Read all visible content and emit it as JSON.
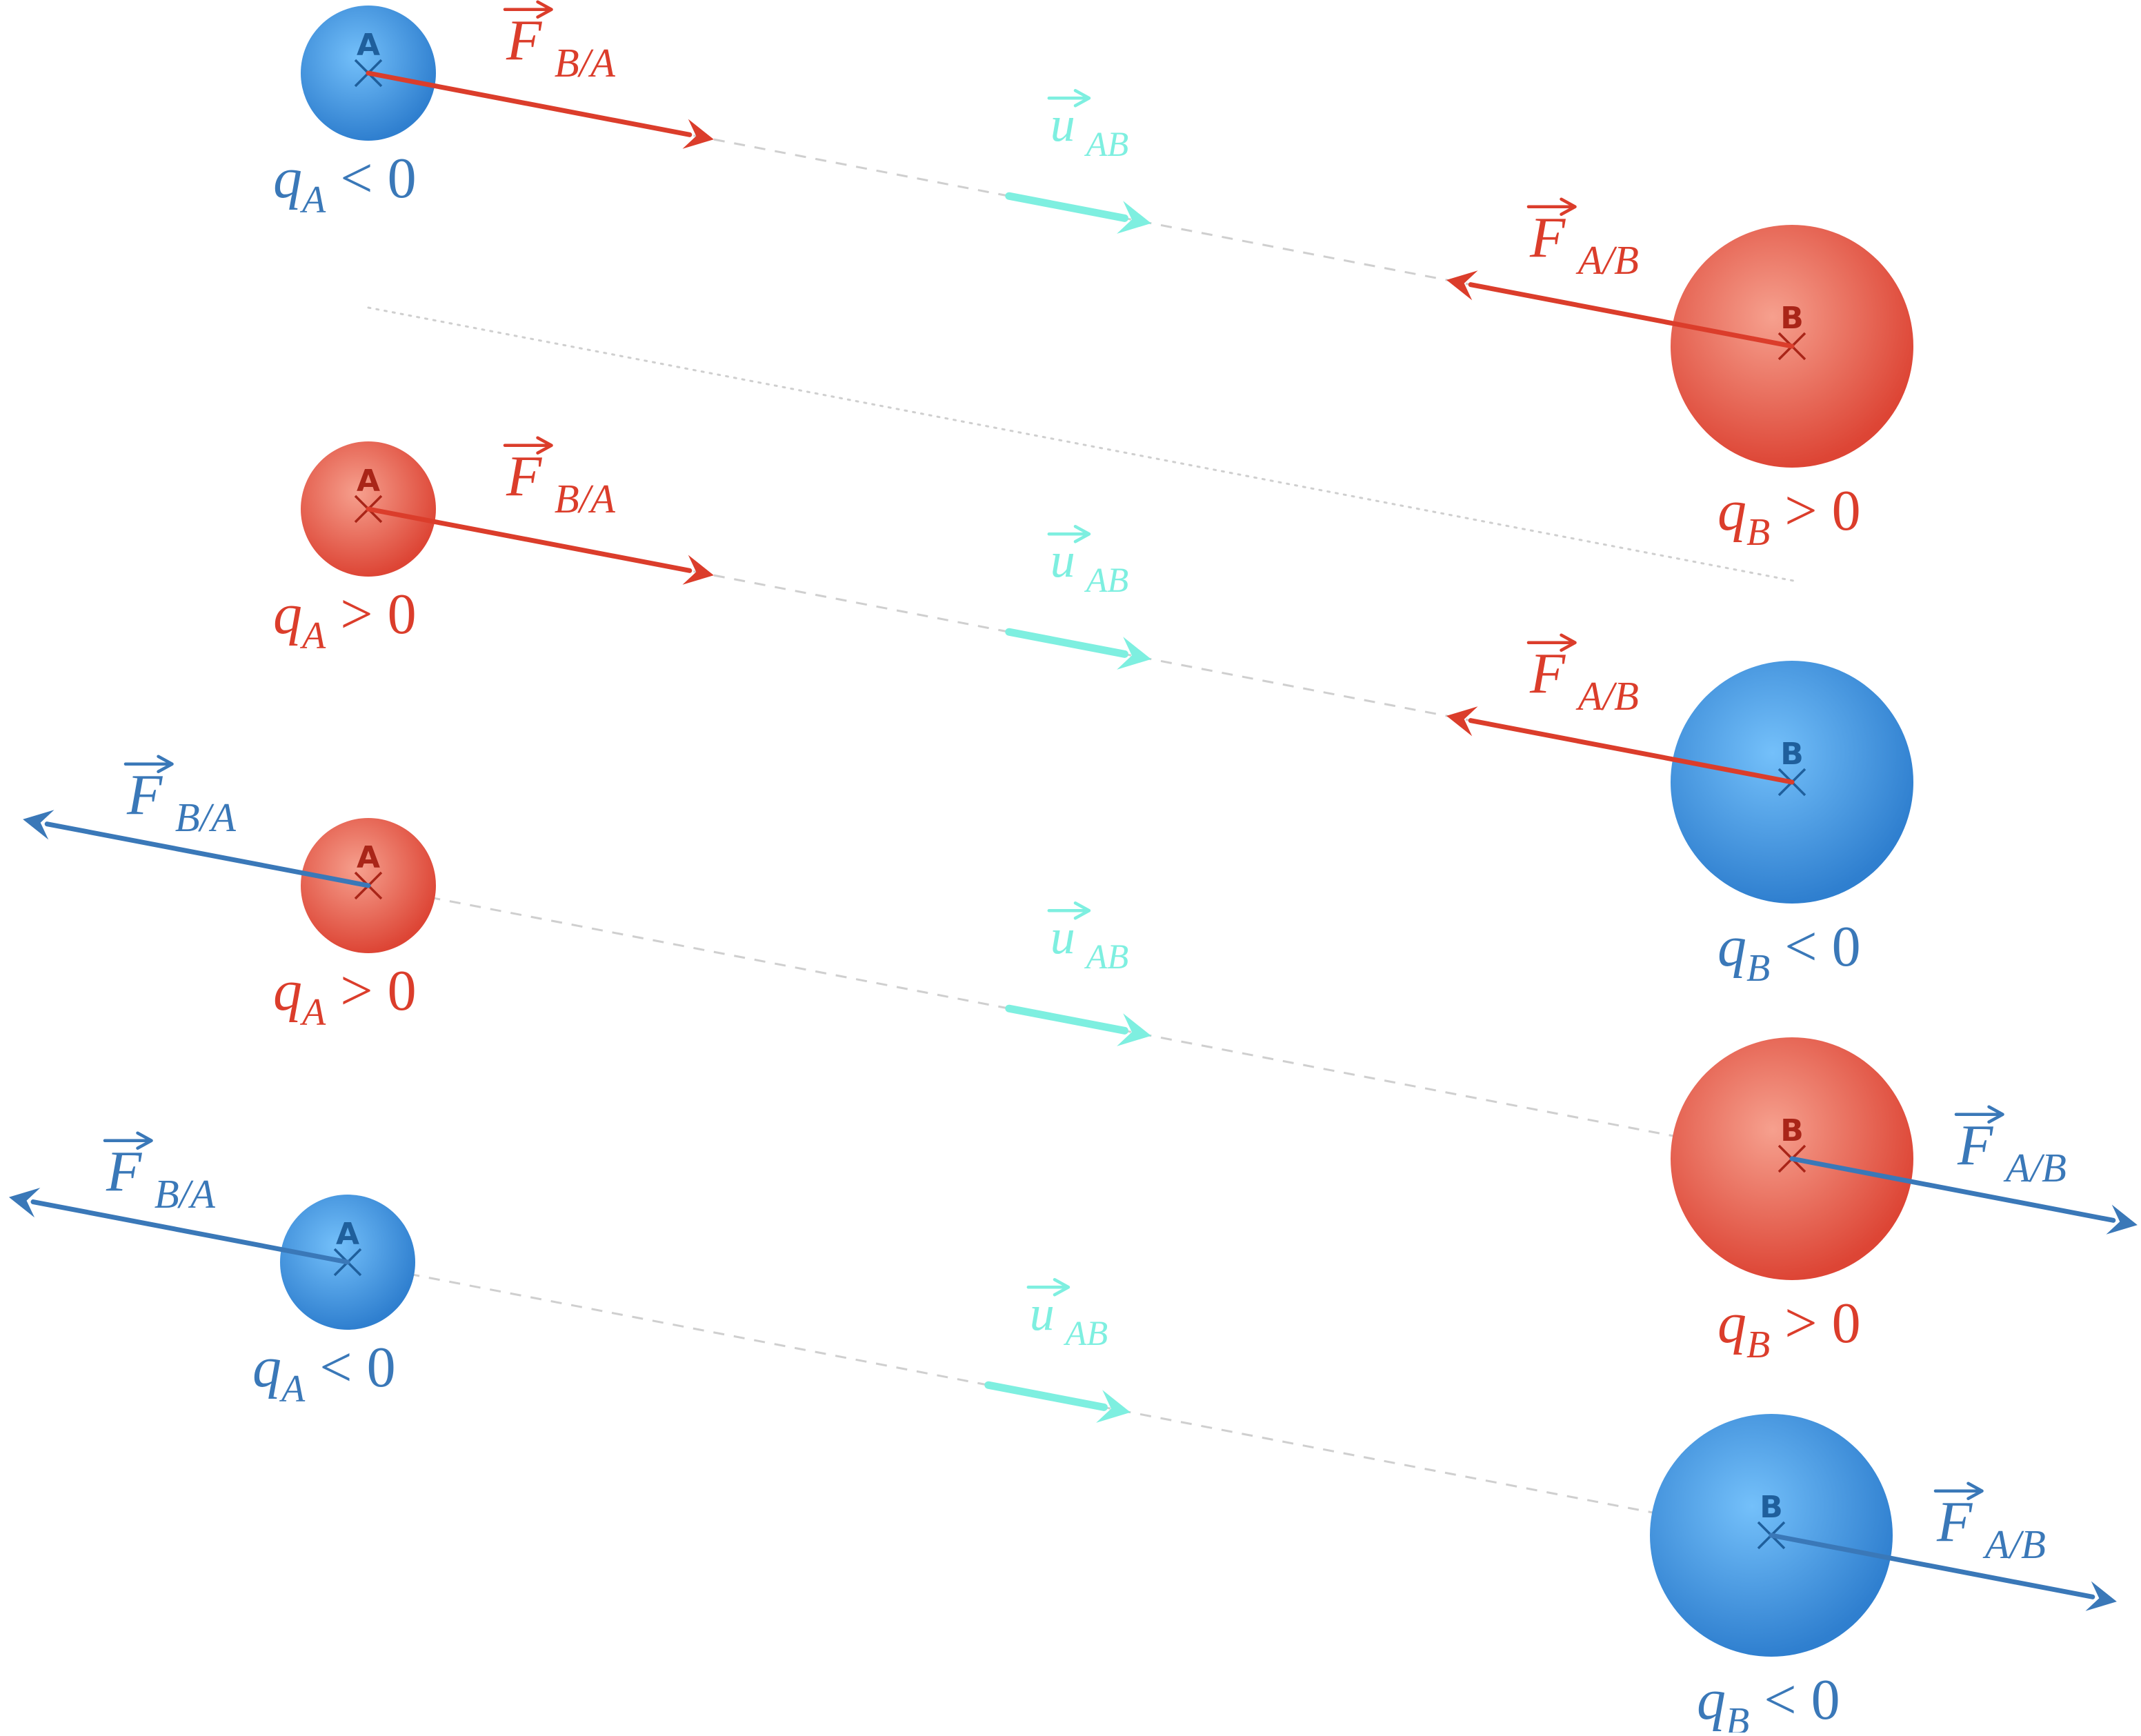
{
  "colors": {
    "negative": "#3a78b8",
    "positive": "#db3d2b",
    "unit_vector": "#7eefe0",
    "guide_line": "#cfcfcf",
    "neg_sphere_light": "#74c0fa",
    "neg_sphere_dark": "#2f7fcf",
    "pos_sphere_light": "#f6a08e",
    "pos_sphere_dark": "#dd4535"
  },
  "icons": {
    "center_mark": "cross-icon",
    "force": "arrow-icon"
  },
  "cases": [
    {
      "A": {
        "label": "A",
        "charge_sign": "negative",
        "charge_text": {
          "q": "q",
          "sub": "A",
          "rel": " < 0"
        }
      },
      "B": {
        "label": "B",
        "charge_sign": "positive",
        "charge_text": {
          "q": "q",
          "sub": "B",
          "rel": " > 0"
        }
      },
      "force_on_A": {
        "symbol": "F",
        "sub": "B/A",
        "color": "positive",
        "direction": "toward B"
      },
      "force_on_B": {
        "symbol": "F",
        "sub": "A/B",
        "color": "positive",
        "direction": "toward A"
      },
      "unit_vector": {
        "symbol": "u",
        "sub": "AB"
      }
    },
    {
      "A": {
        "label": "A",
        "charge_sign": "positive",
        "charge_text": {
          "q": "q",
          "sub": "A",
          "rel": " > 0"
        }
      },
      "B": {
        "label": "B",
        "charge_sign": "negative",
        "charge_text": {
          "q": "q",
          "sub": "B",
          "rel": " < 0"
        }
      },
      "force_on_A": {
        "symbol": "F",
        "sub": "B/A",
        "color": "positive",
        "direction": "toward B"
      },
      "force_on_B": {
        "symbol": "F",
        "sub": "A/B",
        "color": "positive",
        "direction": "toward A"
      },
      "unit_vector": {
        "symbol": "u",
        "sub": "AB"
      }
    },
    {
      "A": {
        "label": "A",
        "charge_sign": "positive",
        "charge_text": {
          "q": "q",
          "sub": "A",
          "rel": " > 0"
        }
      },
      "B": {
        "label": "B",
        "charge_sign": "positive",
        "charge_text": {
          "q": "q",
          "sub": "B",
          "rel": " > 0"
        }
      },
      "force_on_A": {
        "symbol": "F",
        "sub": "B/A",
        "color": "negative",
        "direction": "away from B"
      },
      "force_on_B": {
        "symbol": "F",
        "sub": "A/B",
        "color": "negative",
        "direction": "away from A"
      },
      "unit_vector": {
        "symbol": "u",
        "sub": "AB"
      }
    },
    {
      "A": {
        "label": "A",
        "charge_sign": "negative",
        "charge_text": {
          "q": "q",
          "sub": "A",
          "rel": " < 0"
        }
      },
      "B": {
        "label": "B",
        "charge_sign": "negative",
        "charge_text": {
          "q": "q",
          "sub": "B",
          "rel": " < 0"
        }
      },
      "force_on_A": {
        "symbol": "F",
        "sub": "B/A",
        "color": "negative",
        "direction": "away from B"
      },
      "force_on_B": {
        "symbol": "F",
        "sub": "A/B",
        "color": "negative",
        "direction": "away from A"
      },
      "unit_vector": {
        "symbol": "u",
        "sub": "AB"
      }
    }
  ]
}
